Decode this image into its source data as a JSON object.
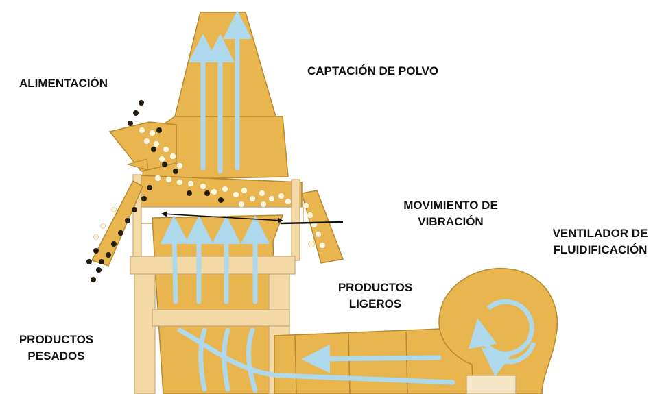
{
  "labels": {
    "alimentacion": "ALIMENTACIÓN",
    "captacion": "CAPTACIÓN DE POLVO",
    "movimiento_line1": "MOVIMIENTO DE",
    "movimiento_line2": "VIBRACIÓN",
    "ventilador_line1": "VENTILADOR DE",
    "ventilador_line2": "FLUIDIFICACIÓN",
    "ligeros_line1": "PRODUCTOS",
    "ligeros_line2": "LIGEROS",
    "pesados_line1": "PRODUCTOS",
    "pesados_line2": "PESADOS"
  },
  "colors": {
    "body": "#E8B54F",
    "body_edge": "#B58A32",
    "frame": "#F2D9A6",
    "frame_edge": "#C9A875",
    "air": "#AED8EC",
    "light_particle": "#FFF6D8",
    "heavy_particle": "#241C12"
  }
}
